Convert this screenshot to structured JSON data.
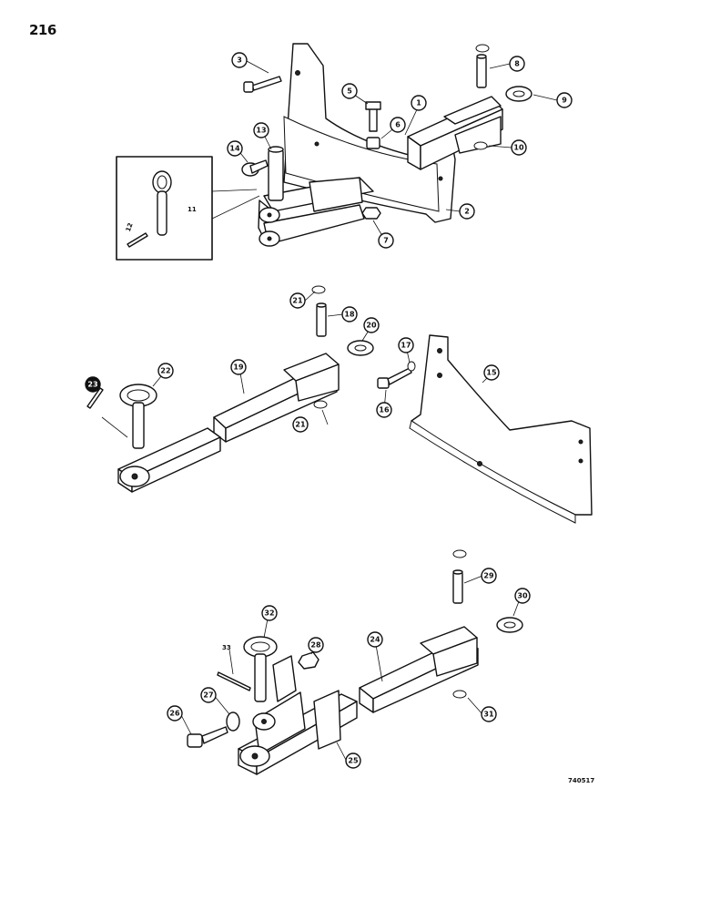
{
  "page": {
    "number": "216",
    "figure_id": "740517"
  },
  "callouts": {
    "drawbar_assembly": [
      "1",
      "2",
      "3",
      "5",
      "6",
      "7",
      "8",
      "9",
      "10",
      "11",
      "12",
      "13",
      "14"
    ],
    "swinging_drawbar": [
      "15",
      "16",
      "17",
      "18",
      "19",
      "20",
      "21",
      "22",
      "23"
    ],
    "clevis_drawbar": [
      "24",
      "25",
      "26",
      "27",
      "28",
      "29",
      "30",
      "31",
      "32",
      "33"
    ]
  }
}
